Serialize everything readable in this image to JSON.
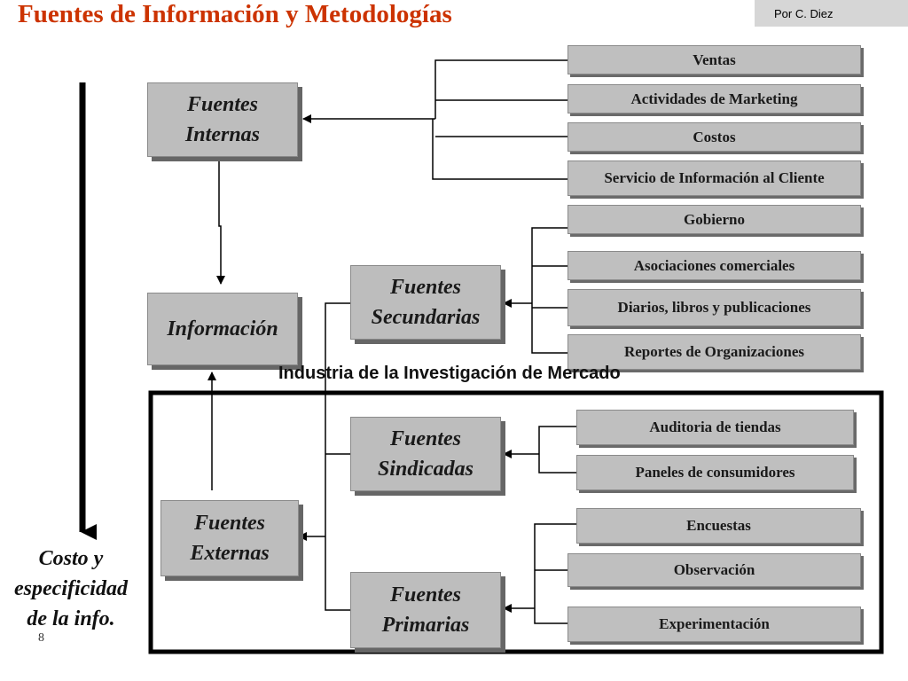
{
  "title": "Fuentes de Información y Metodologías",
  "author": "Por C. Diez",
  "industry_label": "Industria de la Investigación de Mercado",
  "cost_label": [
    "Costo y",
    "especificidad",
    "de la info."
  ],
  "page_number": "8",
  "nodes": {
    "internas": [
      "Fuentes",
      "Internas"
    ],
    "informacion": "Información",
    "externas": [
      "Fuentes",
      "Externas"
    ],
    "secundarias": [
      "Fuentes",
      "Secundarias"
    ],
    "sindicadas": [
      "Fuentes",
      "Sindicadas"
    ],
    "primarias": [
      "Fuentes",
      "Primarias"
    ]
  },
  "internal_sources": [
    "Ventas",
    "Actividades de Marketing",
    "Costos",
    "Servicio de Información al Cliente"
  ],
  "secondary_sources": [
    "Gobierno",
    "Asociaciones comerciales",
    "Diarios, libros y publicaciones",
    "Reportes de Organizaciones"
  ],
  "syndicated_sources": [
    "Auditoria de tiendas",
    "Paneles de consumidores"
  ],
  "primary_sources": [
    "Encuestas",
    "Observación",
    "Experimentación"
  ]
}
